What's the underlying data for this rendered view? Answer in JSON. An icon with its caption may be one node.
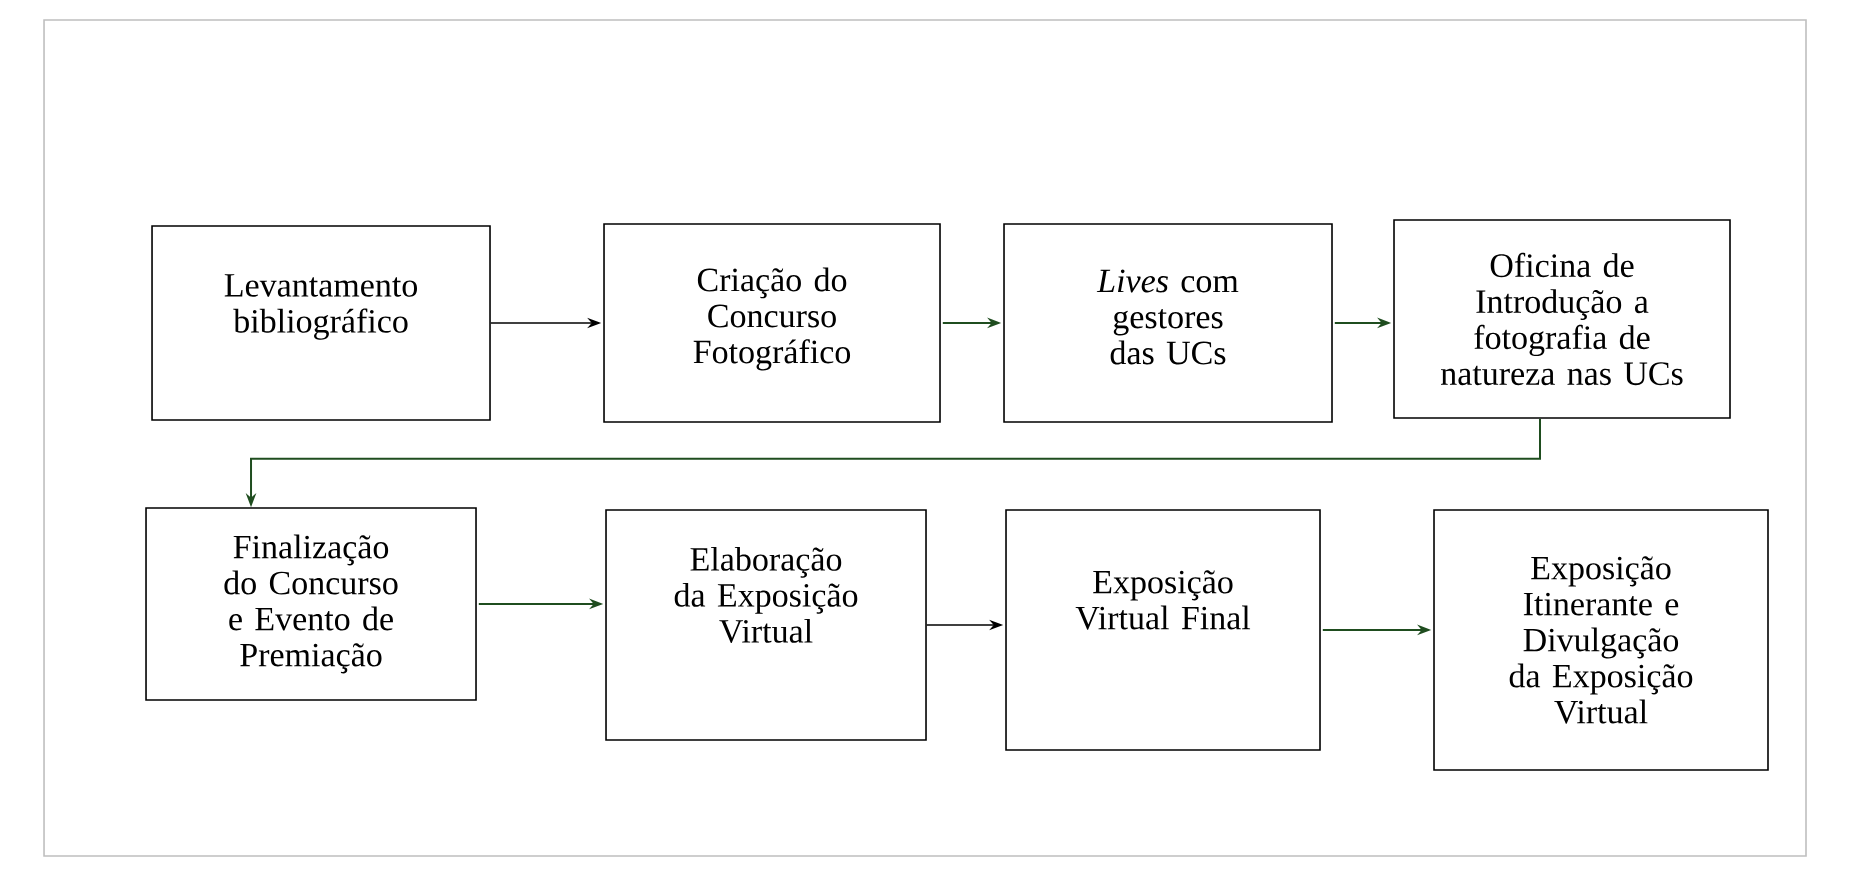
{
  "diagram": {
    "nodes": [
      {
        "text": [
          "Levantamento bibliográfico"
        ]
      },
      {
        "text": [
          "Criação do Concurso Fotográfico"
        ]
      },
      {
        "text": [
          "*Lives* com gestores das UCs"
        ]
      },
      {
        "text": [
          "Oficina de Introdução a fotografia de natureza nas UCs"
        ]
      },
      {
        "text": [
          "Finalização do Concurso e Evento de Premiação"
        ]
      },
      {
        "text": [
          "Elaboração da Exposição Virtual"
        ]
      },
      {
        "text": [
          "Exposição Virtual Final"
        ]
      },
      {
        "text": [
          "Exposição Itinerante e Divulgação da Exposição Virtual"
        ]
      }
    ],
    "edges": [
      {
        "from": 0,
        "to": 1,
        "arrow": "to",
        "color": "#000000"
      },
      {
        "from": 1,
        "to": 2,
        "arrow": "to"
      },
      {
        "from": 2,
        "to": 3,
        "arrow": "to"
      },
      {
        "from": 3,
        "to": 4,
        "arrow": "to"
      },
      {
        "from": 4,
        "to": 5,
        "arrow": "to"
      },
      {
        "from": 5,
        "to": 6,
        "arrow": "to",
        "color": "#000000"
      },
      {
        "from": 6,
        "to": 7,
        "arrow": "to"
      }
    ]
  }
}
